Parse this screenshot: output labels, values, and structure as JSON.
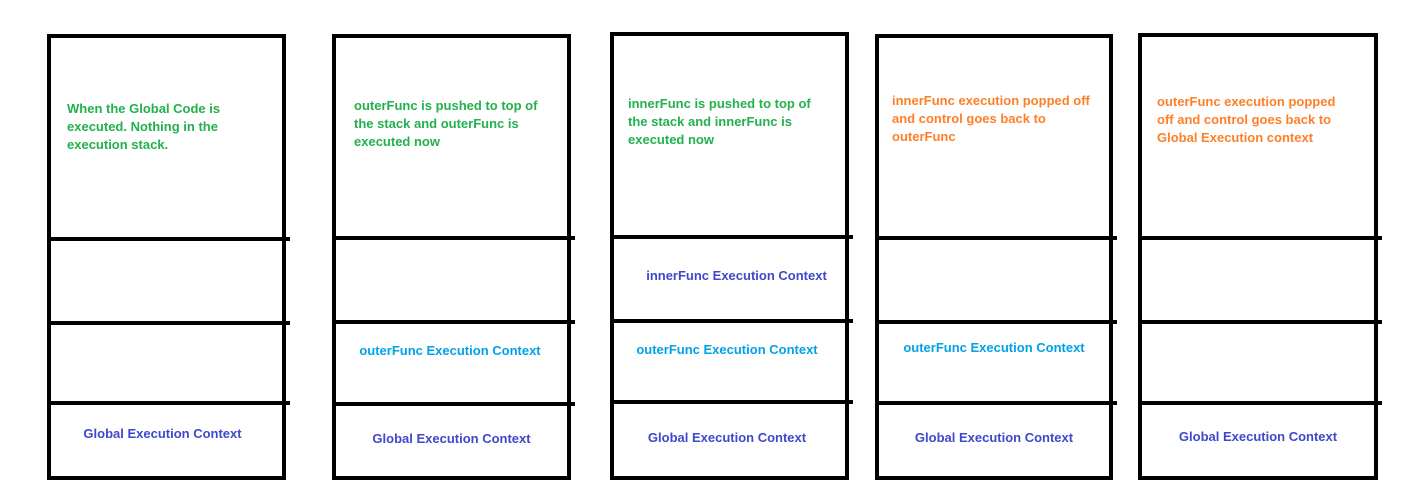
{
  "colors": {
    "description_push": "#22b14c",
    "description_pop": "#ff7f27",
    "global_context": "#3f48cc",
    "outer_context": "#00a2e8",
    "inner_context": "#3f48cc",
    "border": "#000000"
  },
  "stacks": [
    {
      "description": "When the Global Code is executed. Nothing in the execution stack.",
      "slots": [
        "",
        "",
        "Global Execution Context"
      ]
    },
    {
      "description": "outerFunc is pushed to top of the stack and outerFunc is executed now",
      "slots": [
        "",
        "outerFunc Execution Context",
        "Global Execution Context"
      ]
    },
    {
      "description": "innerFunc is pushed to top of the stack and innerFunc is executed now",
      "slots": [
        "innerFunc Execution Context",
        "outerFunc Execution Context",
        "Global Execution Context"
      ]
    },
    {
      "description": "innerFunc execution popped off and control goes back to outerFunc",
      "slots": [
        "",
        "outerFunc Execution Context",
        "Global Execution Context"
      ]
    },
    {
      "description": "outerFunc execution popped off and control goes back to Global Execution context",
      "slots": [
        "",
        "",
        "Global Execution Context"
      ]
    }
  ]
}
